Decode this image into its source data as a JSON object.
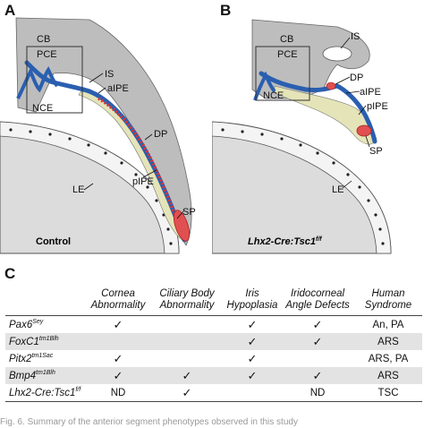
{
  "panels": {
    "a": {
      "letter": "A",
      "caption": "Control",
      "labels": {
        "cb": "CB",
        "pce": "PCE",
        "nce": "NCE",
        "is": "IS",
        "aipe": "aIPE",
        "dp": "DP",
        "pipe": "pIPE",
        "le": "LE",
        "sp": "SP"
      }
    },
    "b": {
      "letter": "B",
      "caption": "Lhx2-Cre:Tsc1",
      "caption_sup": "f/f",
      "labels": {
        "cb": "CB",
        "pce": "PCE",
        "nce": "NCE",
        "is": "IS",
        "dp": "DP",
        "aipe": "aIPE",
        "pipe": "pIPE",
        "sp": "SP",
        "le": "LE"
      }
    },
    "c": {
      "letter": "C"
    }
  },
  "table": {
    "headers": [
      {
        "line1": "Cornea",
        "line2": "Abnormality"
      },
      {
        "line1": "Ciliary Body",
        "line2": "Abnormality"
      },
      {
        "line1": "Iris",
        "line2": "Hypoplasia"
      },
      {
        "line1": "Iridocorneal",
        "line2": "Angle Defects"
      },
      {
        "line1": "Human",
        "line2": "Syndrome"
      }
    ],
    "rows": [
      {
        "gene": "Pax6",
        "sup": "Sey",
        "cells": [
          "✓",
          "",
          "✓",
          "✓",
          "An, PA"
        ],
        "shaded": false
      },
      {
        "gene": "FoxC1",
        "sup": "tm1Blh",
        "cells": [
          "",
          "",
          "✓",
          "✓",
          "ARS"
        ],
        "shaded": true
      },
      {
        "gene": "Pitx2",
        "sup": "tm1Sac",
        "cells": [
          "✓",
          "",
          "✓",
          "",
          "ARS, PA"
        ],
        "shaded": false
      },
      {
        "gene": "Bmp4",
        "sup": "tm1Blh",
        "cells": [
          "✓",
          "✓",
          "✓",
          "✓",
          "ARS"
        ],
        "shaded": true
      },
      {
        "gene": "Lhx2-Cre:Tsc1",
        "sup": "f/f",
        "cells": [
          "ND",
          "✓",
          "",
          "ND",
          "TSC"
        ],
        "shaded": false
      }
    ]
  },
  "footer": "Fig. 6. Summary of the anterior segment phenotypes observed in this study"
}
